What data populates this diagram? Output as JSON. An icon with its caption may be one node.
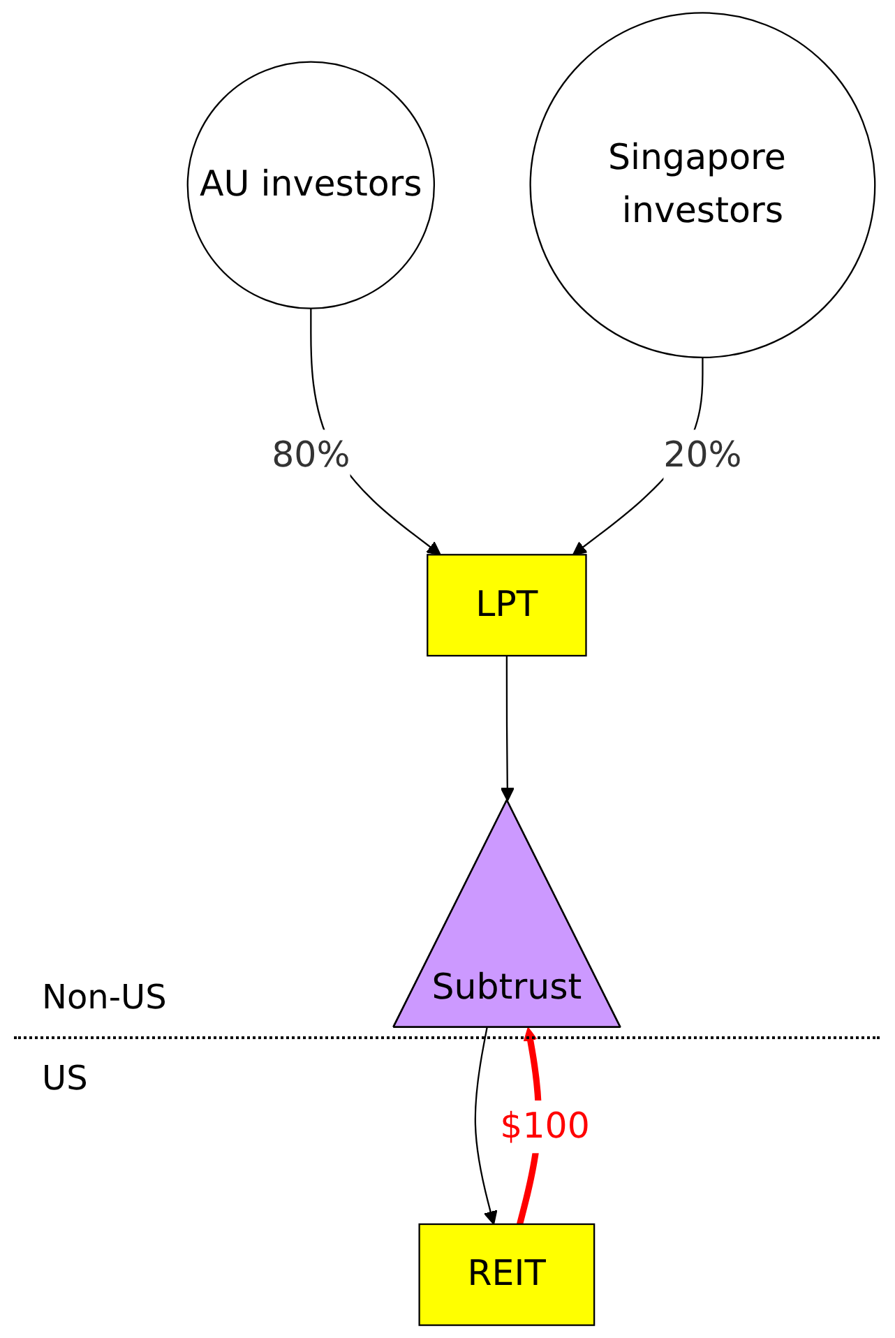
{
  "diagram": {
    "nodes": [
      {
        "text": [
          "AU investors"
        ]
      },
      {
        "text": [
          "Singapore investors"
        ]
      },
      {
        "text": [
          "LPT"
        ]
      },
      {
        "text": [
          "Subtrust"
        ]
      },
      {
        "text": [
          "REIT"
        ]
      }
    ],
    "edges": [
      {
        "from": 0,
        "to": 2,
        "arrow": "to",
        "label": "80%"
      },
      {
        "from": 1,
        "to": 2,
        "arrow": "to",
        "label": "20%"
      },
      {
        "from": 2,
        "to": 3,
        "arrow": "to"
      },
      {
        "from": 3,
        "to": 4,
        "arrow": "to"
      },
      {
        "from": 4,
        "to": 3,
        "arrow": "to",
        "label": "$100",
        "style": "thick",
        "color": "#ff0000"
      }
    ],
    "labels": [
      "Non-US",
      "US"
    ]
  }
}
